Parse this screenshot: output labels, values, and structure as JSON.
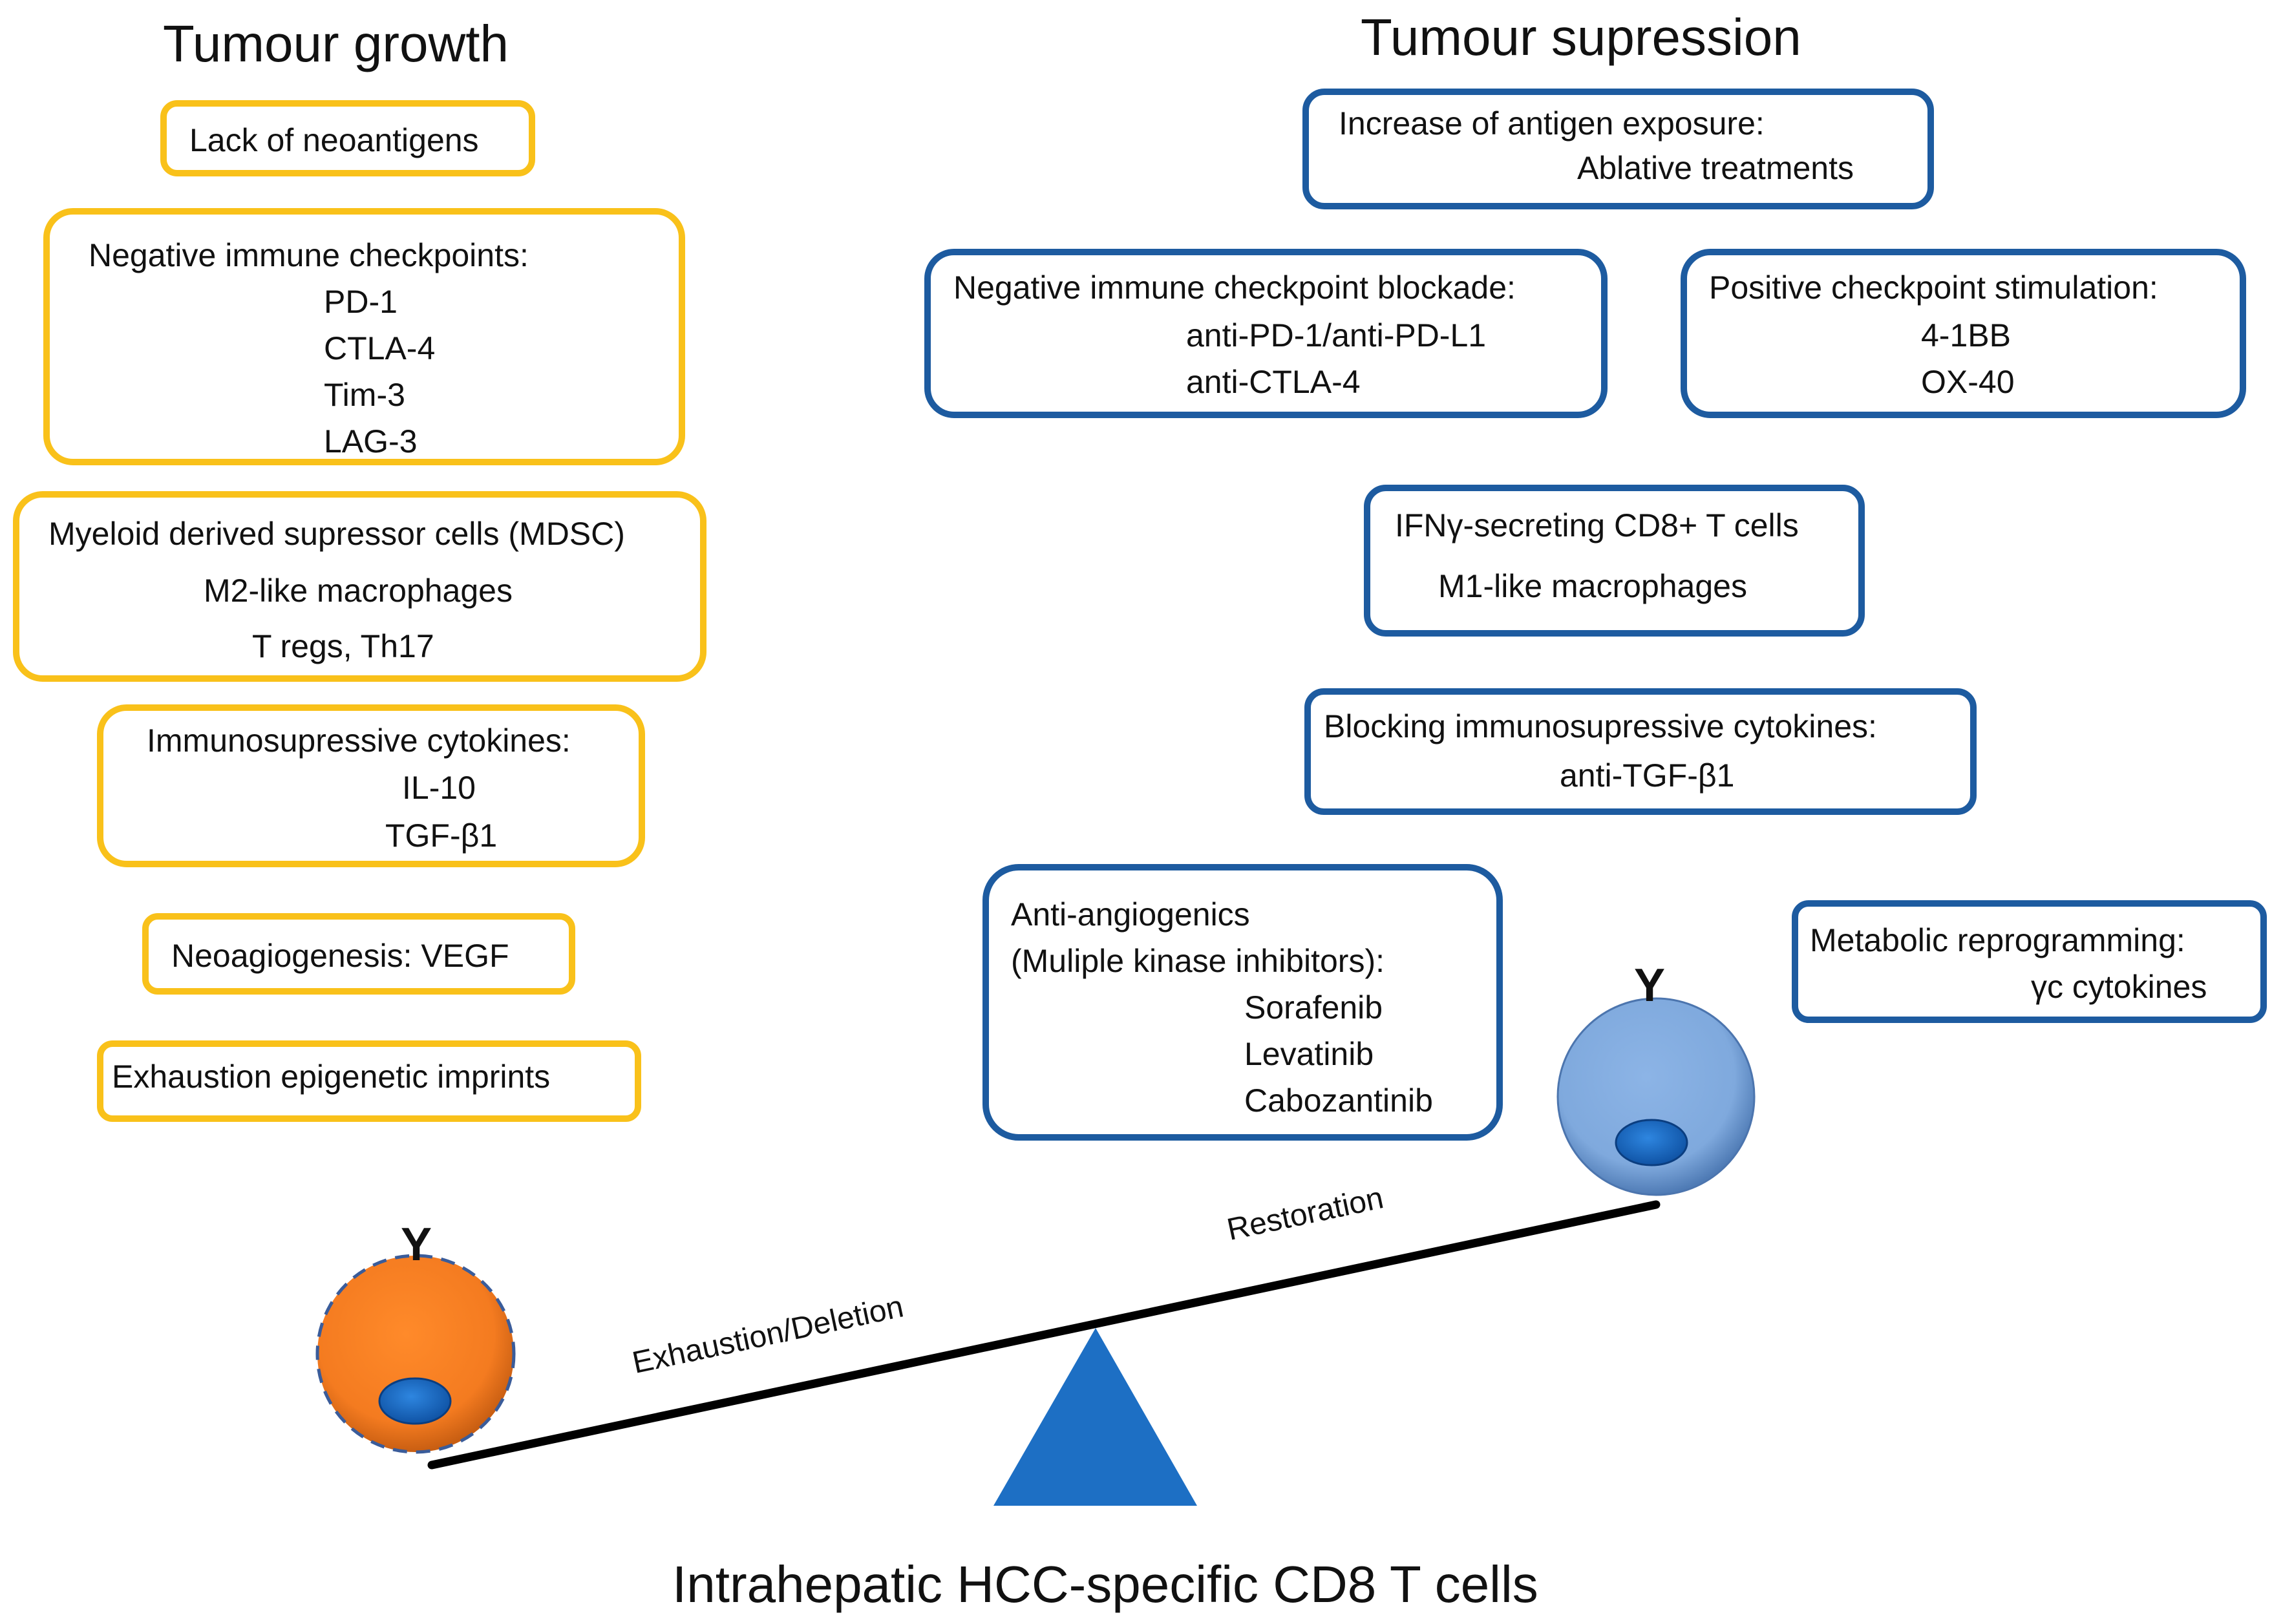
{
  "headings": {
    "left": "Tumour growth",
    "right": "Tumour supression"
  },
  "growth": {
    "neoantigens": "Lack of neoantigens",
    "checkpoints": {
      "title": "Negative immune checkpoints:",
      "items": [
        "PD-1",
        "CTLA-4",
        "Tim-3",
        "LAG-3"
      ]
    },
    "cells": {
      "items": [
        "Myeloid derived supressor cells (MDSC)",
        "M2-like macrophages",
        "T regs, Th17"
      ]
    },
    "cytokines": {
      "title": "Immunosupressive cytokines:",
      "items": [
        "IL-10",
        "TGF-β1"
      ]
    },
    "angiogenesis": "Neoagiogenesis: VEGF",
    "epigenetic": "Exhaustion epigenetic imprints"
  },
  "suppression": {
    "antigen": {
      "title": "Increase of antigen exposure:",
      "item": "Ablative treatments"
    },
    "blockade": {
      "title": "Negative immune checkpoint blockade:",
      "items": [
        "anti-PD-1/anti-PD-L1",
        "anti-CTLA-4"
      ]
    },
    "stimulation": {
      "title": "Positive checkpoint stimulation:",
      "items": [
        "4-1BB",
        "OX-40"
      ]
    },
    "effectors": {
      "items": [
        "IFNγ-secreting CD8+ T cells",
        "M1-like macrophages"
      ]
    },
    "blocking": {
      "title": "Blocking immunosupressive cytokines:",
      "item": "anti-TGF-β1"
    },
    "antiangio": {
      "title": "Anti-angiogenics",
      "subtitle": "(Muliple kinase inhibitors):",
      "items": [
        "Sorafenib",
        "Levatinib",
        "Cabozantinib"
      ]
    },
    "metabolic": {
      "title": "Metabolic reprogramming:",
      "item": "γc cytokines"
    }
  },
  "seesaw": {
    "left_label": "Exhaustion/Deletion",
    "right_label": "Restoration",
    "receptor_glyph": "Y"
  },
  "caption": "Intrahepatic HCC-specific CD8 T cells",
  "colors": {
    "growth_border": "#F9C11A",
    "suppression_border": "#1D5BA0",
    "exhausted_cell": "#F47B20",
    "restored_cell": "#7FA9DD",
    "nucleus": "#1565C0",
    "fulcrum": "#1D6FC4",
    "beam": "#000000"
  }
}
